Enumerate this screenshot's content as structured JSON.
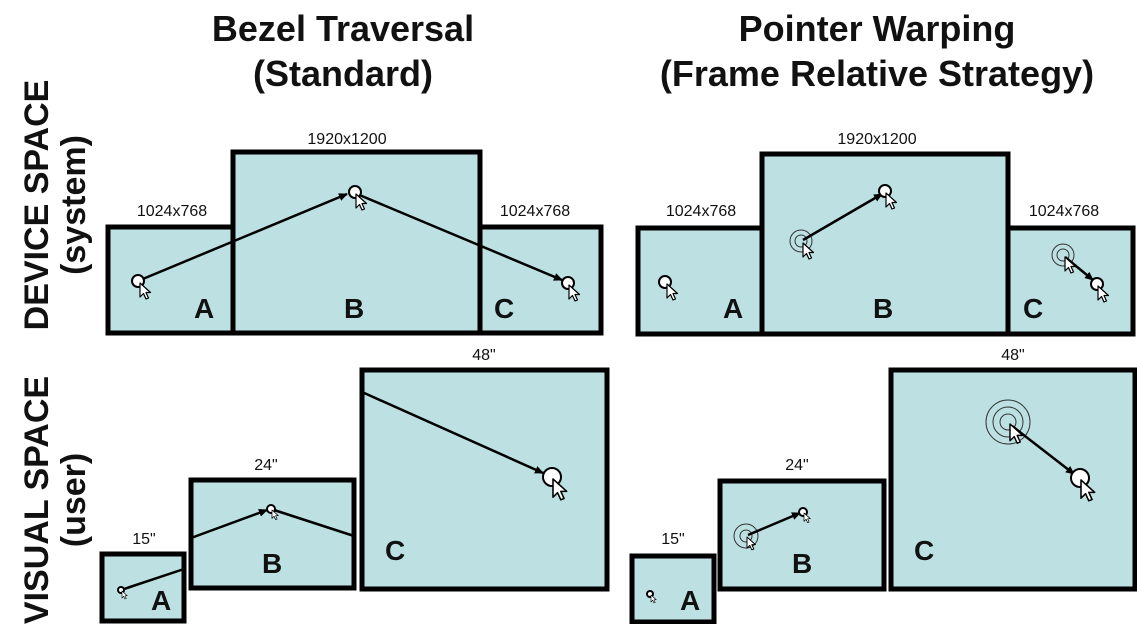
{
  "columns": [
    {
      "title_line1": "Bezel Traversal",
      "title_line2": "(Standard)"
    },
    {
      "title_line1": "Pointer Warping",
      "title_line2": "(Frame Relative Strategy)"
    }
  ],
  "rows": [
    {
      "label_line1": "DEVICE SPACE",
      "label_line2": "(system)"
    },
    {
      "label_line1": "VISUAL SPACE",
      "label_line2": "(user)"
    }
  ],
  "screens": {
    "device": [
      {
        "letter": "A",
        "resolution": "1024x768"
      },
      {
        "letter": "B",
        "resolution": "1920x1200"
      },
      {
        "letter": "C",
        "resolution": "1024x768"
      }
    ],
    "visual": [
      {
        "letter": "A",
        "size": "15\""
      },
      {
        "letter": "B",
        "size": "24\""
      },
      {
        "letter": "C",
        "size": "48\""
      }
    ]
  }
}
